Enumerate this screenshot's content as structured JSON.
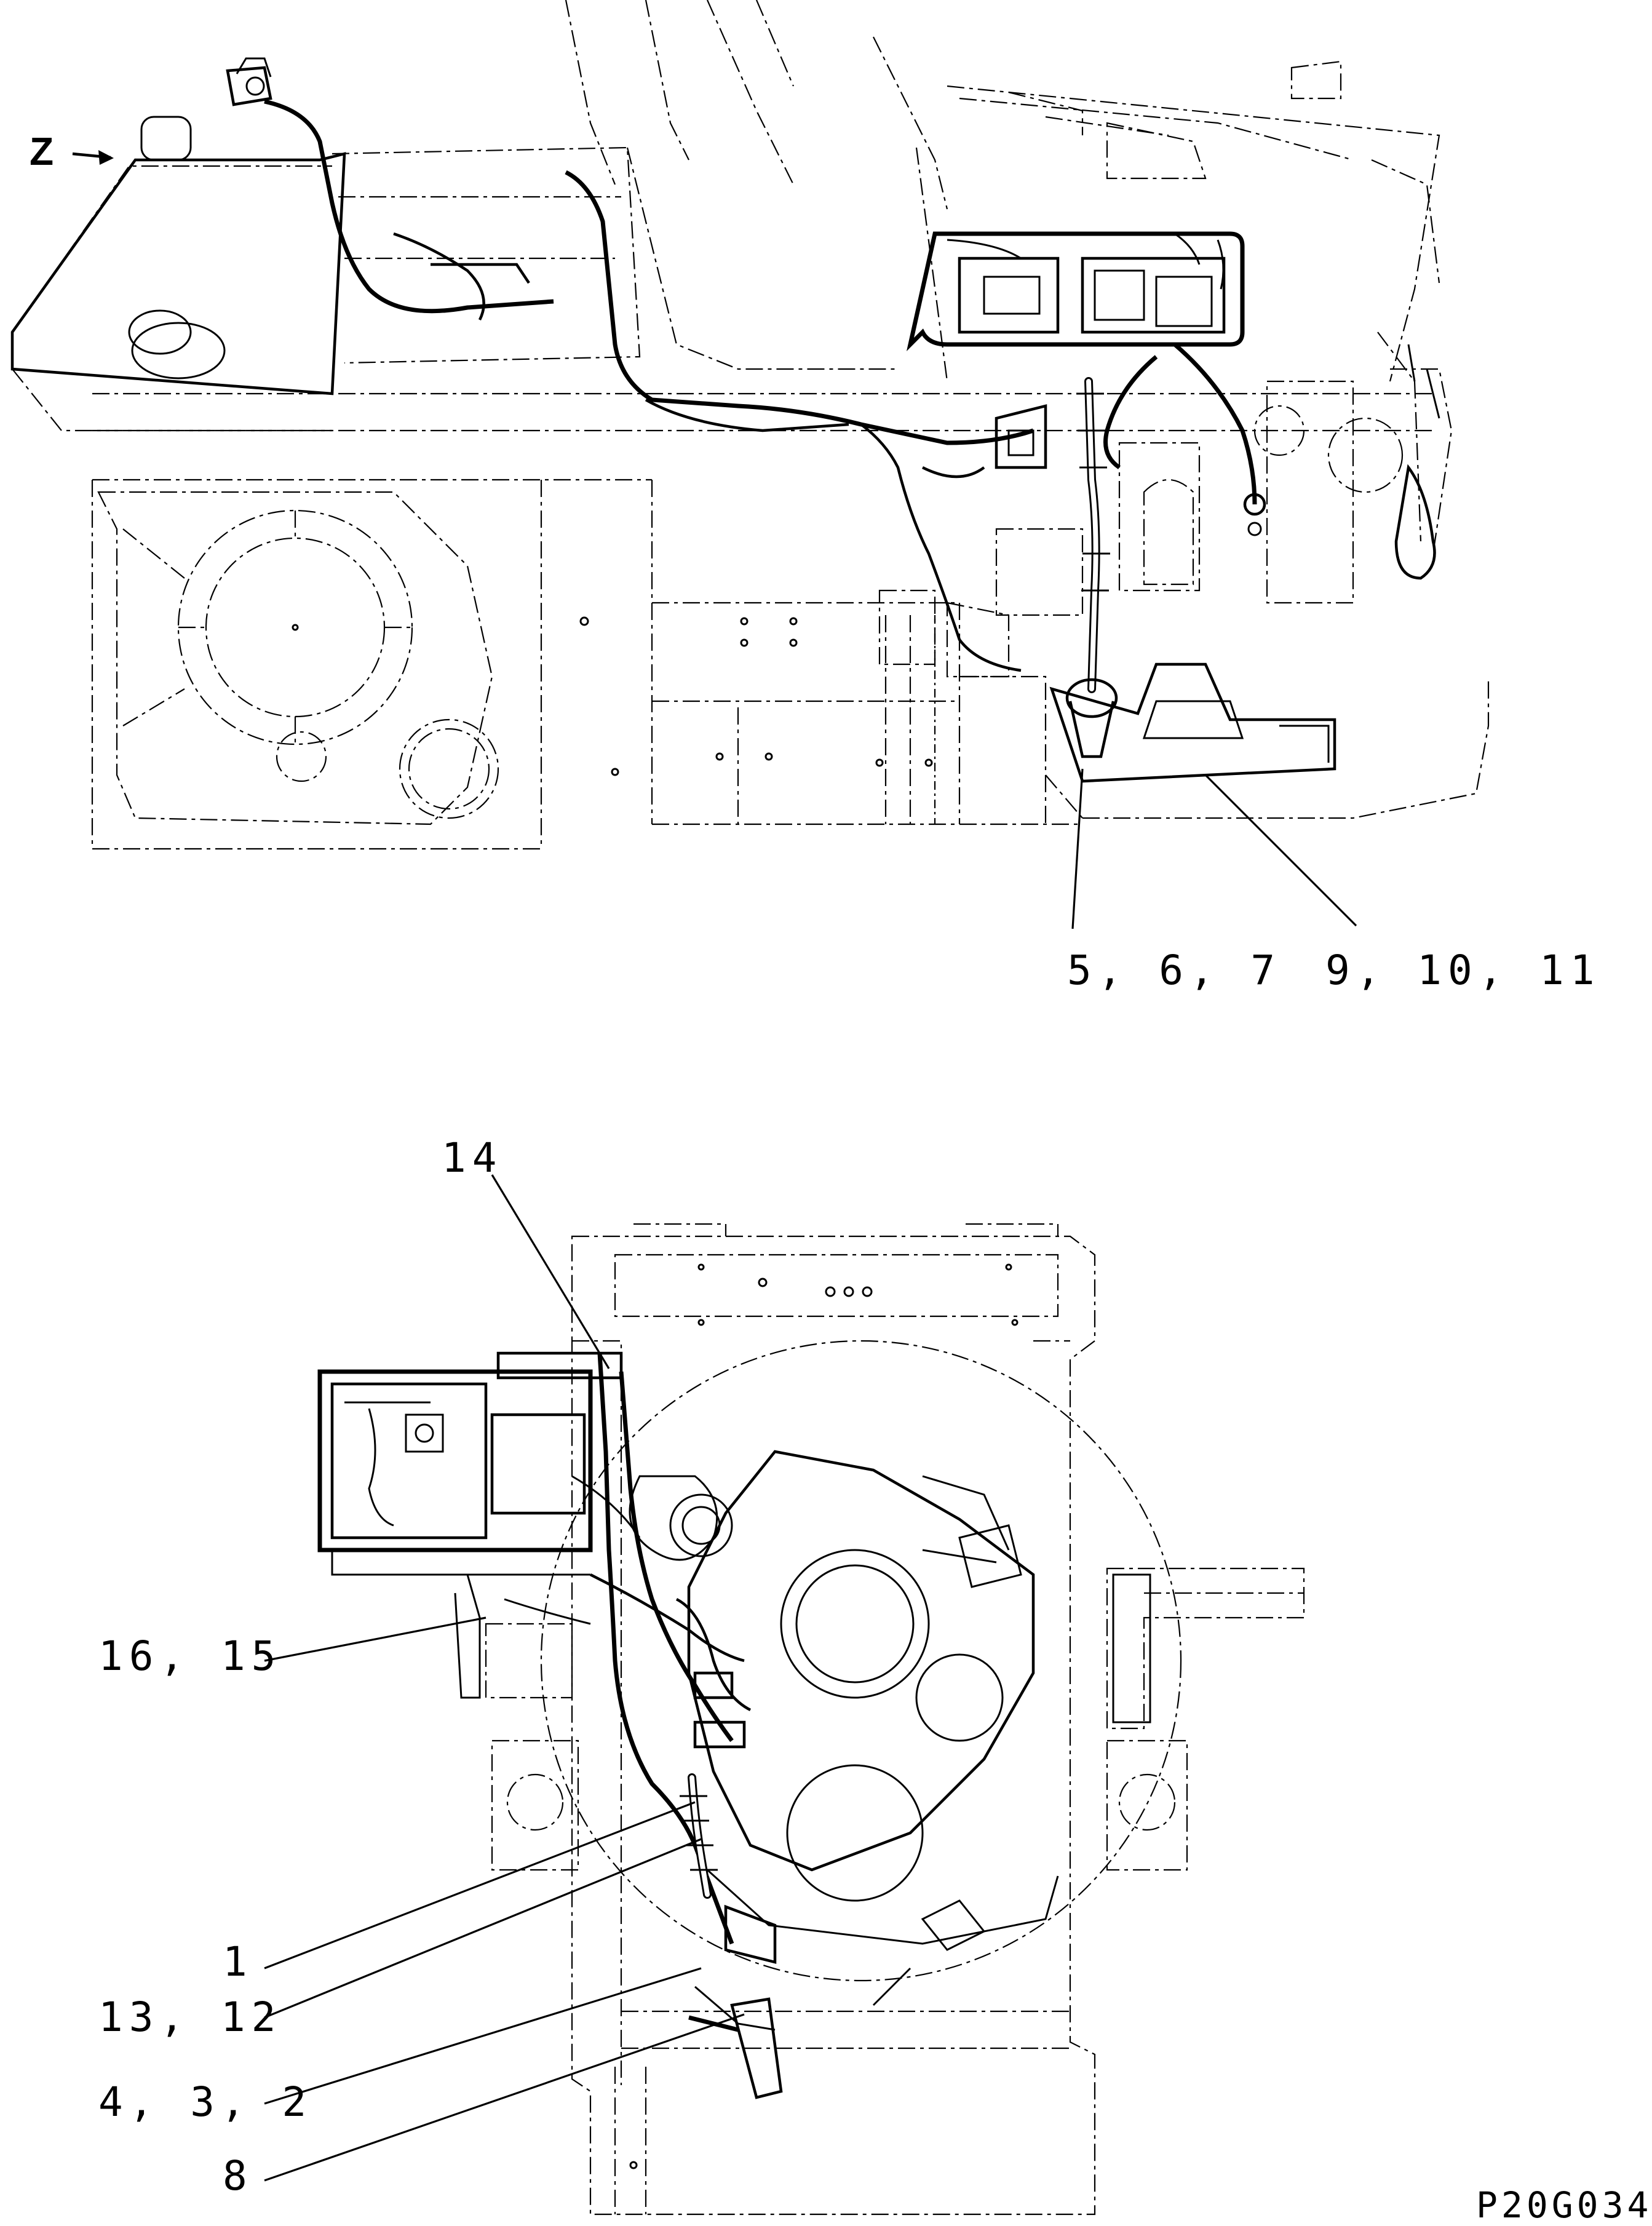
{
  "drawing": {
    "view_arrow_label": "Z",
    "drawing_code": "P20G034",
    "callouts_upper": [
      {
        "id": "c-5-6-7",
        "text": "5, 6, 7"
      },
      {
        "id": "c-9-10-11",
        "text": "9, 10, 11"
      }
    ],
    "callouts_lower": [
      {
        "id": "c-14",
        "text": "14"
      },
      {
        "id": "c-16-15",
        "text": "16, 15"
      },
      {
        "id": "c-1",
        "text": "1"
      },
      {
        "id": "c-13-12",
        "text": "13, 12"
      },
      {
        "id": "c-4-3-2",
        "text": "4, 3, 2"
      },
      {
        "id": "c-8",
        "text": "8"
      }
    ]
  }
}
